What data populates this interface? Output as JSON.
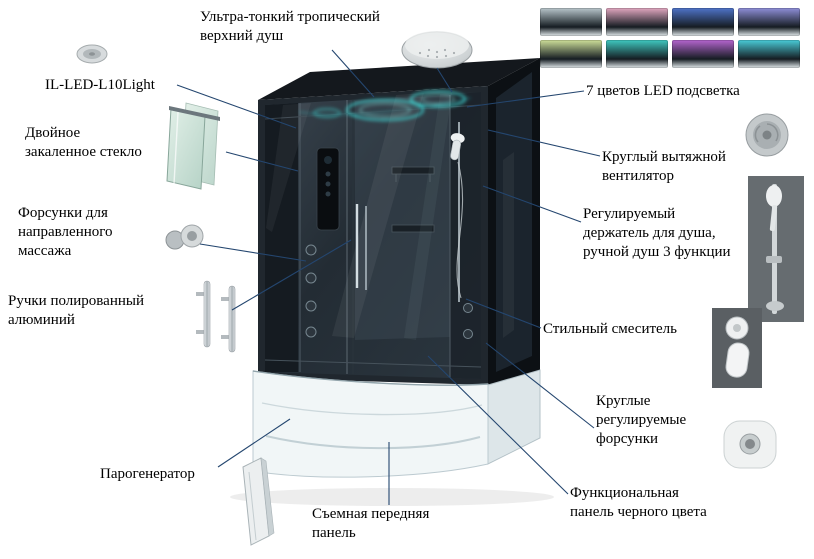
{
  "diagram": {
    "labels": {
      "top_shower": "Ультра-тонкий тропический\nверхний душ",
      "il_led": "IL-LED-L10Light",
      "glass": "Двойное\nзакаленное стекло",
      "massage_nozzles": "Форсунки для\nнаправленного\nмассажа",
      "handles": "Ручки полированный\nалюминий",
      "steam_generator": "Парогенератор",
      "front_panel": "Съемная передняя\nпанель",
      "led_colors": "7 цветов LED подсветка",
      "fan": "Круглый вытяжной\nвентилятор",
      "shower_holder": "Регулируемый\nдержатель для душа,\nручной душ 3 функции",
      "mixer": "Стильный смеситель",
      "round_nozzles": "Круглые\nрегулируемые\nфорсунки",
      "black_panel": "Функциональная\nпанель черного цвета"
    },
    "led_swatches": [
      "#b9c7cc",
      "#e2a7c0",
      "#4f74c9",
      "#8f8fd9",
      "#cfe09a",
      "#3fc9c0",
      "#b565cf",
      "#49ccd8"
    ],
    "colors": {
      "callout_line": "#24466f",
      "led_glow": "#3fe2de",
      "cabin_dark": "#1d242b",
      "tub_white": "#f1f6f7"
    },
    "icons": {
      "overhead_shower": "rain-shower-head-image",
      "led_downlight": "led-downlight-image",
      "glass_panel": "glass-panel-image",
      "massage_nozzle": "massage-nozzle-image",
      "handles": "handle-bars-image",
      "steam_generator": "steam-generator-panel-image",
      "exhaust_fan": "exhaust-fan-image",
      "shower_column": "hand-shower-column-image",
      "mixer": "mixer-faucet-image",
      "round_nozzle": "round-nozzle-image"
    }
  }
}
